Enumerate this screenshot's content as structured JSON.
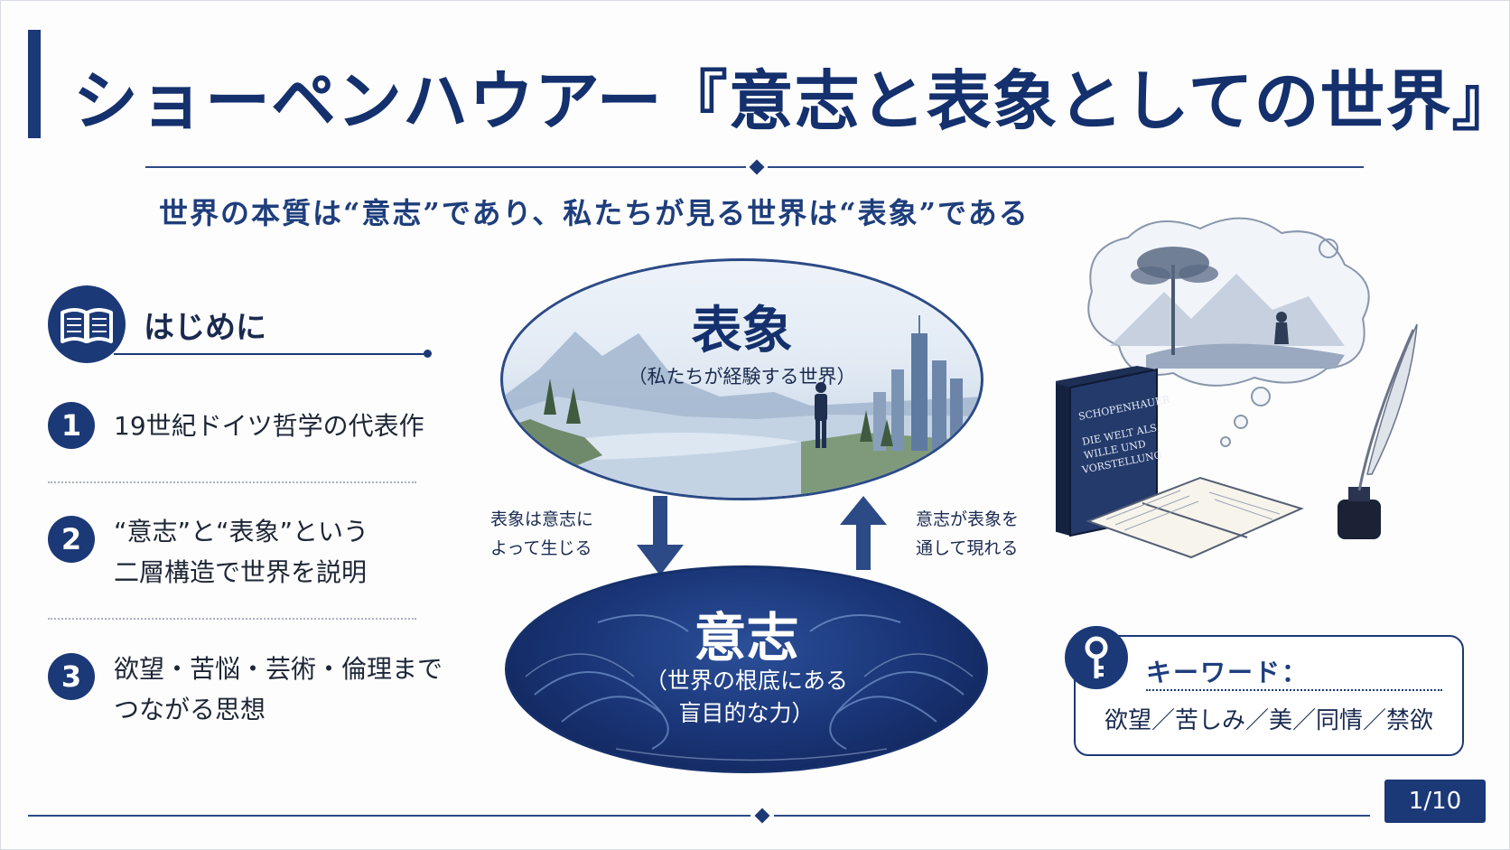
{
  "title": "ショーペンハウアー『意志と表象としての世界』",
  "subtitle": "世界の本質は“意志”であり、私たちが見る世界は“表象”である",
  "intro": {
    "heading": "はじめに",
    "icon": "book-icon"
  },
  "points": [
    {
      "number": "1",
      "lines": [
        "19世紀ドイツ哲学の代表作"
      ]
    },
    {
      "number": "2",
      "lines": [
        "“意志”と“表象”という",
        "二層構造で世界を説明"
      ]
    },
    {
      "number": "3",
      "lines": [
        "欲望・苦悩・芸術・倫理まで",
        "つながる思想"
      ]
    }
  ],
  "diagram": {
    "top": {
      "heading": "表象",
      "sub": "（私たちが経験する世界）"
    },
    "bottom": {
      "heading": "意志",
      "sub_lines": [
        "（世界の根底にある",
        "盲目的な力）"
      ]
    },
    "left_arrow_label": [
      "表象は意志に",
      "よって生じる"
    ],
    "right_arrow_label": [
      "意志が表象を",
      "通して現れる"
    ]
  },
  "book_illustration": {
    "cover_lines": [
      "SCHOPENHAUER",
      "DIE WELT ALS",
      "WILLE UND",
      "VORSTELLUNG"
    ]
  },
  "keywords": {
    "title": "キーワード：",
    "list": "欲望／苦しみ／美／同情／禁欲",
    "icon": "key-icon"
  },
  "page": "1/10",
  "colors": {
    "primary": "#1c3977",
    "title": "#14306d",
    "subtitle": "#1e3e7c"
  }
}
